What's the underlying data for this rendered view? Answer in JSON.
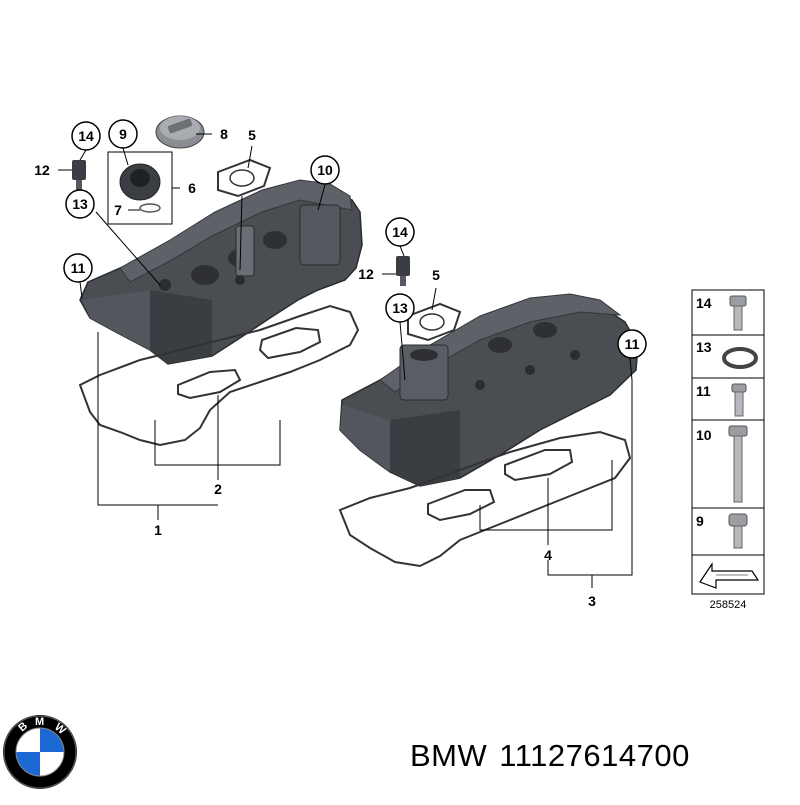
{
  "diagram": {
    "callouts_left": [
      "14",
      "9",
      "8",
      "5",
      "12",
      "6",
      "13",
      "7",
      "10",
      "11",
      "2",
      "1"
    ],
    "callouts_right": [
      "14",
      "5",
      "12",
      "13",
      "11",
      "4",
      "3"
    ],
    "legend": [
      "14",
      "13",
      "11",
      "10",
      "9"
    ],
    "diagram_id": "258524"
  },
  "caption": {
    "brand": "BMW",
    "part_number": "11127614700"
  },
  "logo": {
    "letters": [
      "B",
      "M",
      "W"
    ],
    "colors": {
      "ring": "#000000",
      "blue": "#1c69d4",
      "white": "#ffffff"
    }
  }
}
